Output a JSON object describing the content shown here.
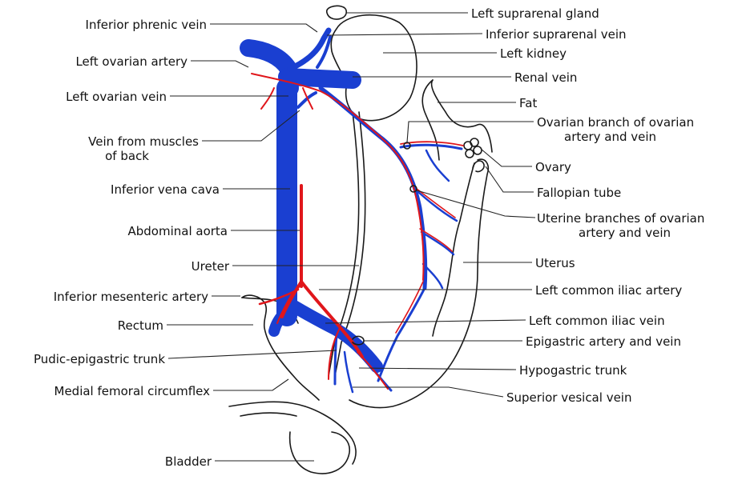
{
  "colors": {
    "vein": "#1a3fd1",
    "artery": "#e0161b",
    "outline": "#1a1a1a",
    "background": "#ffffff"
  },
  "labels_left": {
    "inferior_phrenic_vein": "Inferior phrenic vein",
    "left_ovarian_artery": "Left ovarian artery",
    "left_ovarian_vein": "Left ovarian vein",
    "vein_from_muscles_1": "Vein from muscles",
    "vein_from_muscles_2": "of back",
    "inferior_vena_cava": "Inferior vena cava",
    "abdominal_aorta": "Abdominal aorta",
    "ureter": "Ureter",
    "inferior_mesenteric_artery": "Inferior mesenteric artery",
    "rectum": "Rectum",
    "pudic_epigastric_trunk": "Pudic-epigastric trunk",
    "medial_femoral_circumflex": "Medial femoral circumflex",
    "bladder": "Bladder"
  },
  "labels_right": {
    "left_suprarenal_gland": "Left suprarenal gland",
    "inferior_suprarenal_vein": "Inferior suprarenal vein",
    "left_kidney": "Left kidney",
    "renal_vein": "Renal vein",
    "fat": "Fat",
    "ovarian_branch_1": "Ovarian branch of ovarian",
    "ovarian_branch_2": "artery and vein",
    "ovary": "Ovary",
    "fallopian_tube": "Fallopian tube",
    "uterine_branches_1": "Uterine branches of ovarian",
    "uterine_branches_2": "artery and vein",
    "uterus": "Uterus",
    "left_common_iliac_artery": "Left common iliac artery",
    "left_common_iliac_vein": "Left common iliac vein",
    "epigastric_artery_and_vein": "Epigastric artery and vein",
    "hypogastric_trunk": "Hypogastric trunk",
    "superior_vesical_vein": "Superior vesical vein"
  }
}
